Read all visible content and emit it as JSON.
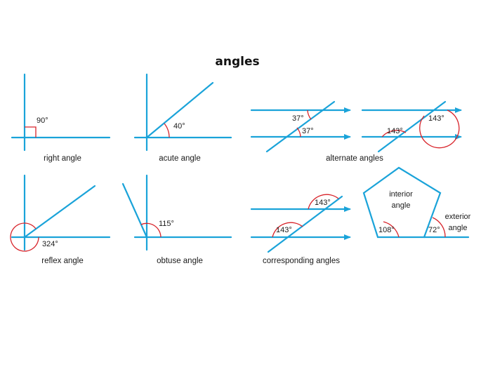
{
  "title": "angles",
  "panels": {
    "right": {
      "caption": "right angle",
      "value": "90°"
    },
    "acute": {
      "caption": "acute angle",
      "value": "40°"
    },
    "alternate": {
      "caption": "alternate angles",
      "value_a": "37°",
      "value_b": "37°",
      "value_c": "143°",
      "value_d": "143°"
    },
    "reflex": {
      "caption": "reflex angle",
      "value": "324°"
    },
    "obtuse": {
      "caption": "obtuse angle",
      "value": "115°"
    },
    "corresponding": {
      "caption": "corresponding angles",
      "value_a": "143°",
      "value_b": "143°"
    },
    "pentagon": {
      "interior_label_1": "interior",
      "interior_label_2": "angle",
      "exterior_label_1": "exterior",
      "exterior_label_2": "angle",
      "interior_value": "108°",
      "exterior_value": "72°"
    }
  },
  "colors": {
    "line": "#1aa3d9",
    "arc": "#d8232a",
    "text": "#1a1a1a"
  }
}
